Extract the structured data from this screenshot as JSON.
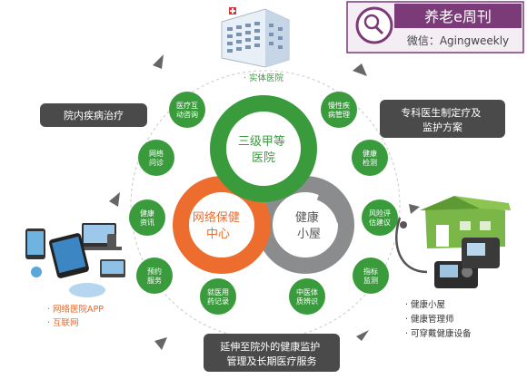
{
  "brand": {
    "title": "养老e周刊",
    "subtitle": "微信：Agingweekly",
    "icon": "magnifier-icon",
    "color": "#7b3a78"
  },
  "colors": {
    "green": "#3a9b3d",
    "orange": "#ec6d2d",
    "gray": "#8a8c8e",
    "box": "#4a4a4a",
    "orange_text": "#e8672a"
  },
  "hospital": {
    "label": "· 实体医院",
    "icon": "hospital-building-icon"
  },
  "rings": {
    "top": "三级甲等\n医院",
    "left": "网络保健\n中心",
    "right": "健康\n小屋"
  },
  "boxes": {
    "hospital_treatment": "院内疾病治疗",
    "specialist_plan": "专科医生制定疗及\n监护方案",
    "extend_outside": "延伸至院外的健康监护\n管理及长期医疗服务"
  },
  "bubbles": [
    "医疗互\n动咨询",
    "网络\n问诊",
    "健康\n资讯",
    "预约\n服务",
    "就医用\n药记录",
    "中医体\n质辨识",
    "指标\n监测",
    "风险评\n估建议",
    "健康\n检测",
    "慢性疾\n病管理"
  ],
  "devices": {
    "icon": "devices-icon",
    "items": [
      "· 网络医院APP",
      "· 互联网"
    ]
  },
  "healthhouse": {
    "icon": "health-house-icon",
    "items": [
      "· 健康小屋",
      "· 健康管理师",
      "· 可穿戴健康设备"
    ]
  }
}
